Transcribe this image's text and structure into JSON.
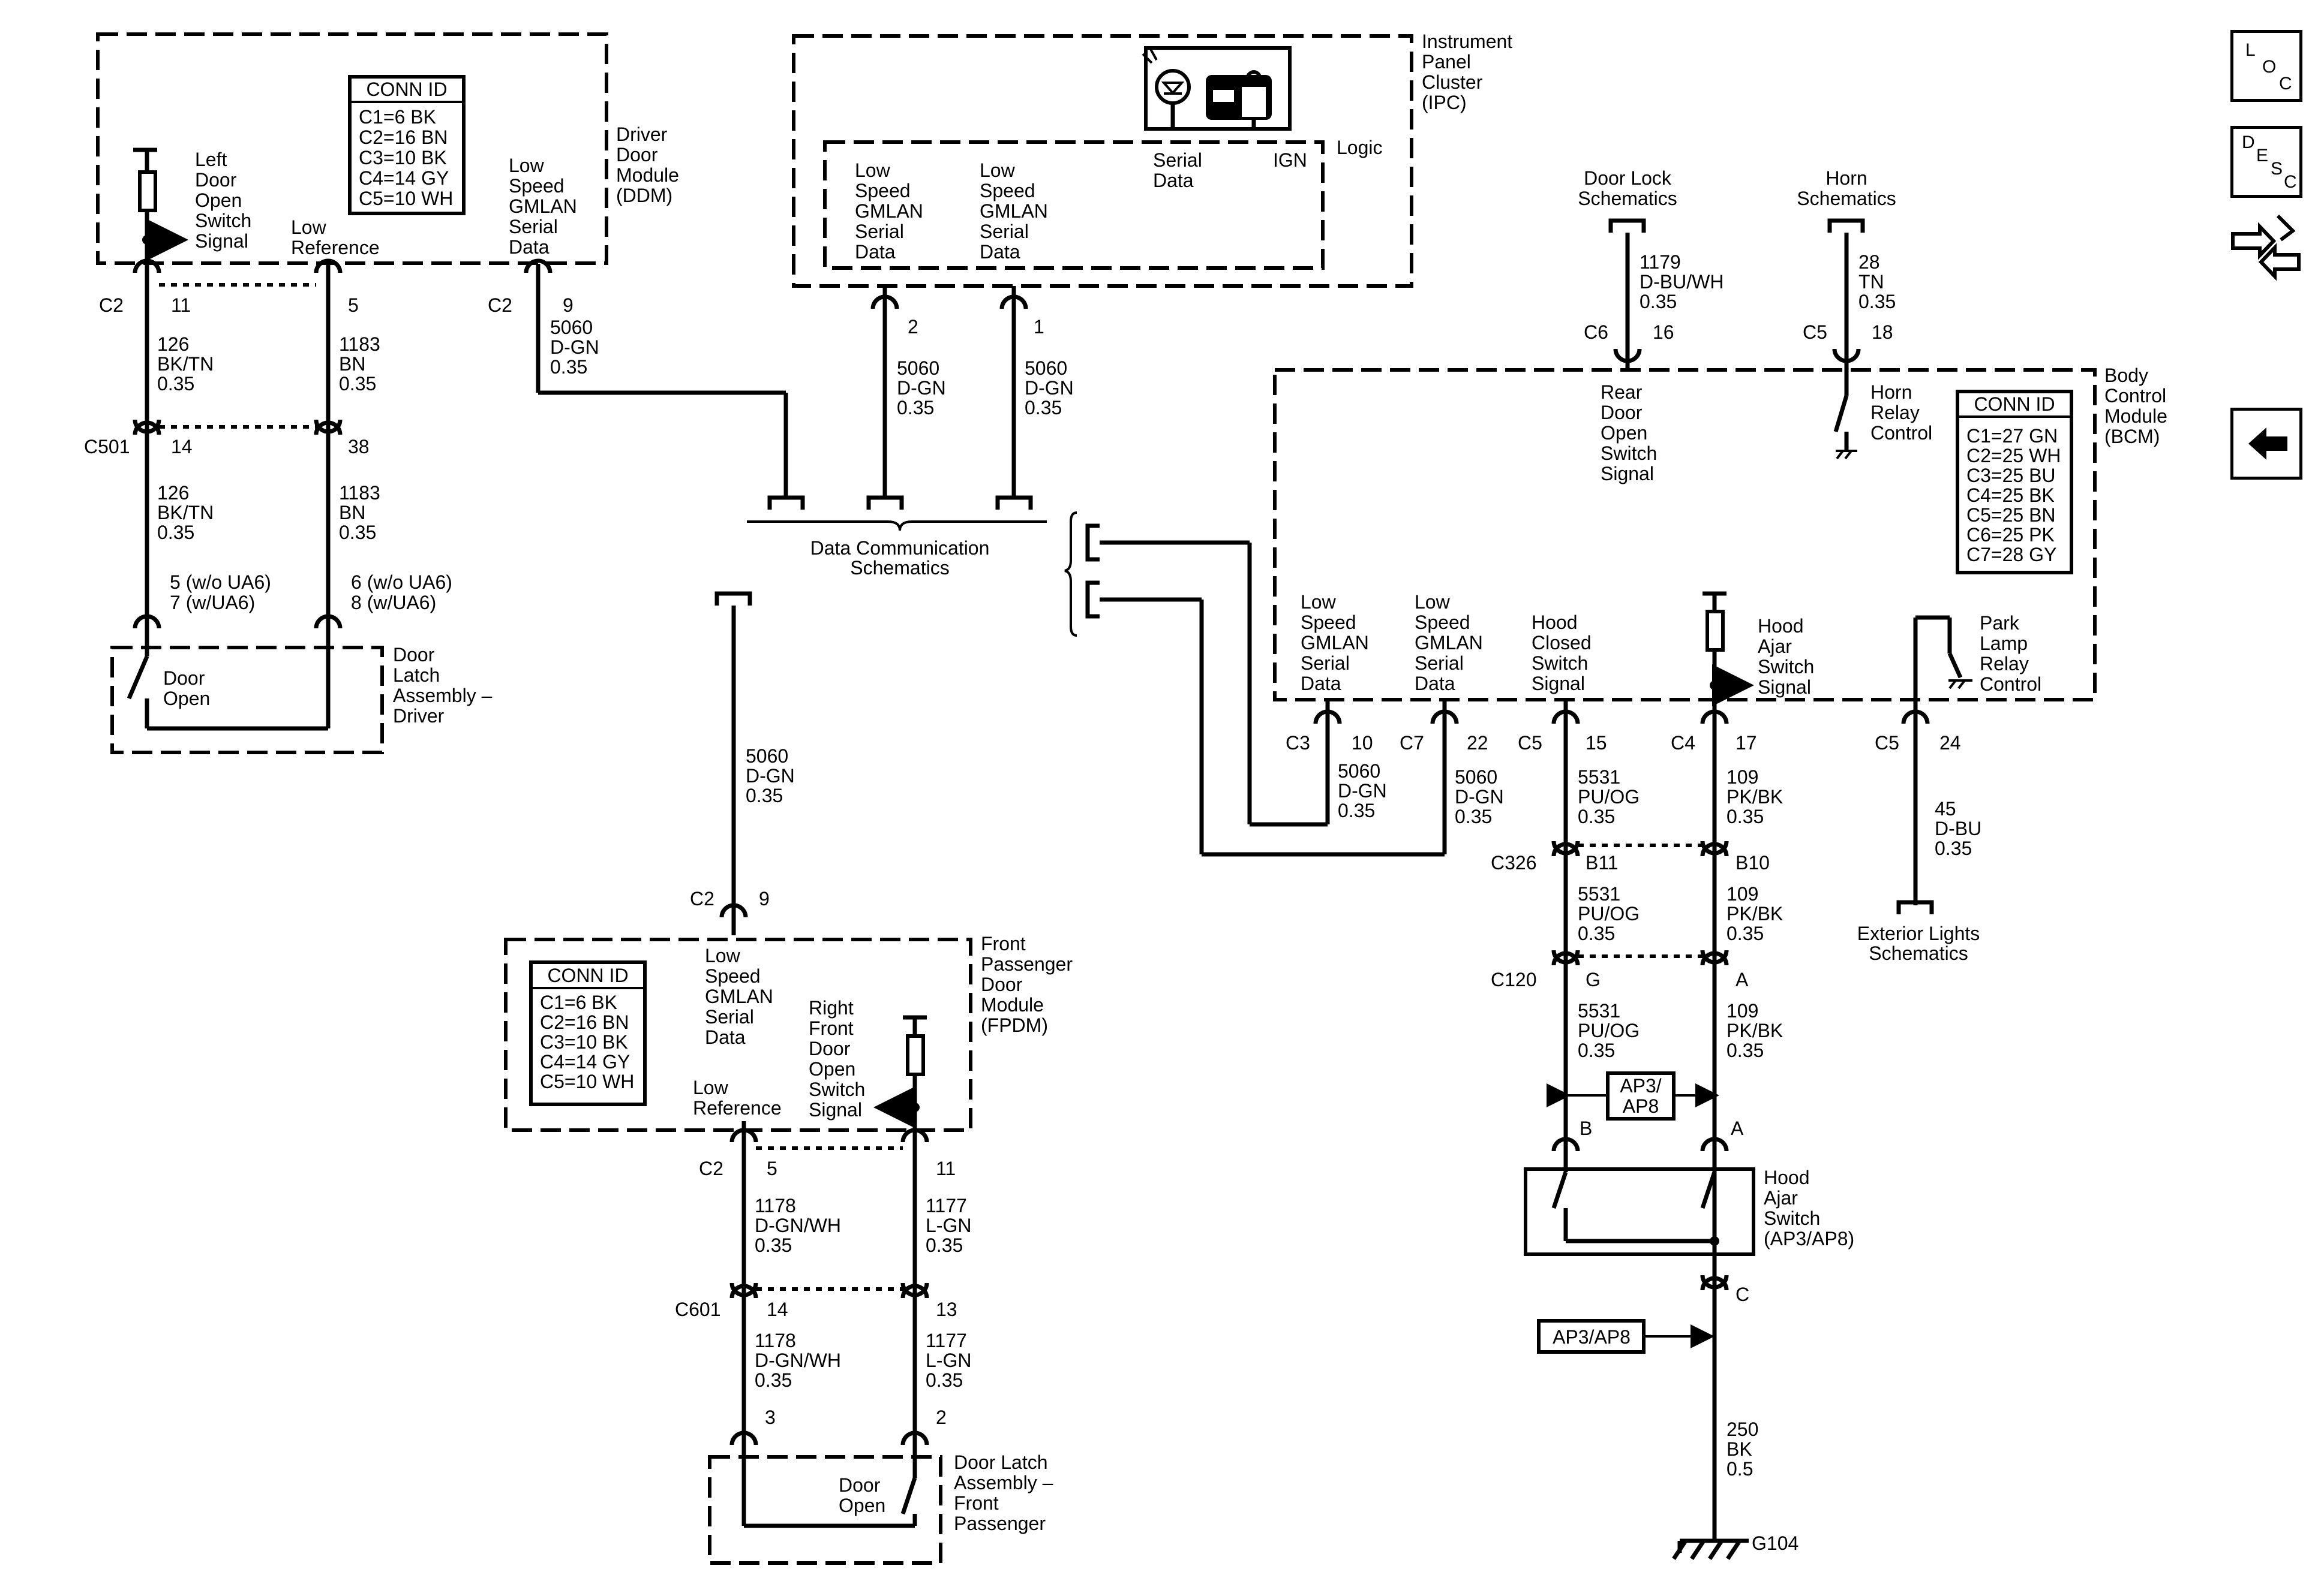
{
  "ddm": {
    "title": [
      "Driver",
      "Door",
      "Module",
      "(DDM)"
    ],
    "conn_title": "CONN ID",
    "conn": [
      "C1=6 BK",
      "C2=16 BN",
      "C3=10 BK",
      "C4=14 GY",
      "C5=10 WH"
    ],
    "left_switch_label": [
      "Left",
      "Door",
      "Open",
      "Switch",
      "Signal"
    ],
    "low_ref_label": [
      "Low",
      "Reference"
    ],
    "serial_label": [
      "Low",
      "Speed",
      "GMLAN",
      "Serial",
      "Data"
    ],
    "pin_c2_a": "C2",
    "pin_11": "11",
    "pin_5": "5",
    "pin_c2_b": "C2",
    "pin_9": "9",
    "wire_a": [
      "126",
      "BK/TN",
      "0.35"
    ],
    "wire_b": [
      "1183",
      "BN",
      "0.35"
    ],
    "c501": "C501",
    "pin_14": "14",
    "pin_38": "38",
    "wire_a2": [
      "126",
      "BK/TN",
      "0.35"
    ],
    "wire_b2": [
      "1183",
      "BN",
      "0.35"
    ],
    "ua6_a": [
      "5 (w/o UA6)",
      "7 (w/UA6)"
    ],
    "ua6_b": [
      "6 (w/o UA6)",
      "8 (w/UA6)"
    ],
    "wire_c": [
      "5060",
      "D-GN",
      "0.35"
    ]
  },
  "latch_driver": {
    "title": [
      "Door",
      "Latch",
      "Assembly –",
      "Driver"
    ],
    "switch": [
      "Door",
      "Open"
    ]
  },
  "ipc": {
    "title": [
      "Instrument",
      "Panel",
      "Cluster",
      "(IPC)"
    ],
    "logic": "Logic",
    "serial_a": [
      "Low",
      "Speed",
      "GMLAN",
      "Serial",
      "Data"
    ],
    "serial_b": [
      "Low",
      "Speed",
      "GMLAN",
      "Serial",
      "Data"
    ],
    "serial_data": [
      "Serial",
      "Data"
    ],
    "ign": "IGN",
    "pin_2": "2",
    "pin_1": "1",
    "wire_2": [
      "5060",
      "D-GN",
      "0.35"
    ],
    "wire_1": [
      "5060",
      "D-GN",
      "0.35"
    ]
  },
  "dcs": {
    "label": [
      "Data Communication",
      "Schematics"
    ]
  },
  "bcm": {
    "title": [
      "Body",
      "Control",
      "Module",
      "(BCM)"
    ],
    "conn_title": "CONN ID",
    "conn": [
      "C1=27 GN",
      "C2=25 WH",
      "C3=25 BU",
      "C4=25 BK",
      "C5=25 BN",
      "C6=25 PK",
      "C7=28 GY"
    ],
    "door_lock": [
      "Door Lock",
      "Schematics"
    ],
    "horn": [
      "Horn",
      "Schematics"
    ],
    "wire_1179": [
      "1179",
      "D-BU/WH",
      "0.35"
    ],
    "wire_28": [
      "28",
      "TN",
      "0.35"
    ],
    "c6": "C6",
    "pin_16": "16",
    "c5_top": "C5",
    "pin_18": "18",
    "rear_door": [
      "Rear",
      "Door",
      "Open",
      "Switch",
      "Signal"
    ],
    "horn_relay": [
      "Horn",
      "Relay",
      "Control"
    ],
    "serial_a": [
      "Low",
      "Speed",
      "GMLAN",
      "Serial",
      "Data"
    ],
    "serial_b": [
      "Low",
      "Speed",
      "GMLAN",
      "Serial",
      "Data"
    ],
    "hood_closed": [
      "Hood",
      "Closed",
      "Switch",
      "Signal"
    ],
    "hood_ajar": [
      "Hood",
      "Ajar",
      "Switch",
      "Signal"
    ],
    "park_lamp": [
      "Park",
      "Lamp",
      "Relay",
      "Control"
    ],
    "c3": "C3",
    "pin_10": "10",
    "c7": "C7",
    "pin_22": "22",
    "c5_a": "C5",
    "pin_15": "15",
    "c4": "C4",
    "pin_17": "17",
    "c5_b": "C5",
    "pin_24": "24",
    "wire_10": [
      "5060",
      "D-GN",
      "0.35"
    ],
    "wire_22": [
      "5060",
      "D-GN",
      "0.35"
    ],
    "wire_5531": [
      "5531",
      "PU/OG",
      "0.35"
    ],
    "wire_109": [
      "109",
      "PK/BK",
      "0.35"
    ],
    "wire_45": [
      "45",
      "D-BU",
      "0.35"
    ],
    "ext_lights": [
      "Exterior Lights",
      "Schematics"
    ]
  },
  "hood": {
    "c326": "C326",
    "b11": "B11",
    "b10": "B10",
    "wire_5531b": [
      "5531",
      "PU/OG",
      "0.35"
    ],
    "wire_109b": [
      "109",
      "PK/BK",
      "0.35"
    ],
    "c120": "C120",
    "g": "G",
    "a": "A",
    "wire_5531c": [
      "5531",
      "PU/OG",
      "0.35"
    ],
    "wire_109c": [
      "109",
      "PK/BK",
      "0.35"
    ],
    "ap_box": [
      "AP3/",
      "AP8"
    ],
    "pin_b": "B",
    "pin_a": "A",
    "switch_title": [
      "Hood",
      "Ajar",
      "Switch",
      "(AP3/AP8)"
    ],
    "pin_c": "C",
    "ap_label": "AP3/AP8",
    "wire_250": [
      "250",
      "BK",
      "0.5"
    ],
    "ground": "G104"
  },
  "fpdm": {
    "wire_top": [
      "5060",
      "D-GN",
      "0.35"
    ],
    "c2": "C2",
    "pin_9": "9",
    "title": [
      "Front",
      "Passenger",
      "Door",
      "Module",
      "(FPDM)"
    ],
    "conn_title": "CONN ID",
    "conn": [
      "C1=6 BK",
      "C2=16 BN",
      "C3=10 BK",
      "C4=14 GY",
      "C5=10 WH"
    ],
    "serial": [
      "Low",
      "Speed",
      "GMLAN",
      "Serial",
      "Data"
    ],
    "rf_switch": [
      "Right",
      "Front",
      "Door",
      "Open",
      "Switch",
      "Signal"
    ],
    "low_ref": [
      "Low",
      "Reference"
    ],
    "c2b": "C2",
    "pin_5": "5",
    "pin_11": "11",
    "wire_1178": [
      "1178",
      "D-GN/WH",
      "0.35"
    ],
    "wire_1177": [
      "1177",
      "L-GN",
      "0.35"
    ],
    "c601": "C601",
    "pin_14": "14",
    "pin_13": "13",
    "wire_1178b": [
      "1178",
      "D-GN/WH",
      "0.35"
    ],
    "wire_1177b": [
      "1177",
      "L-GN",
      "0.35"
    ],
    "pin_3": "3",
    "pin_2": "2"
  },
  "latch_pass": {
    "title": [
      "Door Latch",
      "Assembly –",
      "Front",
      "Passenger"
    ],
    "switch": [
      "Door",
      "Open"
    ]
  },
  "nav": {
    "loc": [
      "L",
      "O",
      "C"
    ],
    "desc": [
      "D",
      "E",
      "S",
      "C"
    ]
  }
}
